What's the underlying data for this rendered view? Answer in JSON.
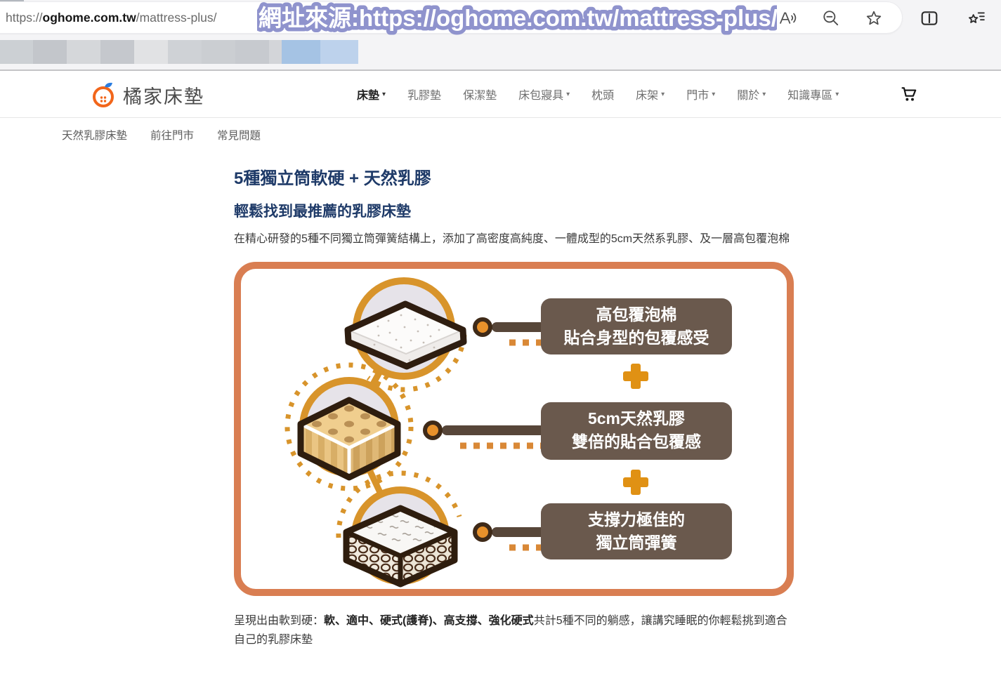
{
  "browser": {
    "url_scheme": "https://",
    "url_domain": "oghome.com.tw",
    "url_path": "/mattress-plus/",
    "overlay_caption": "網址來源:https://oghome.com.tw/mattress-plus/"
  },
  "header": {
    "logo_text": "橘家床墊",
    "nav": [
      {
        "label": "床墊",
        "has_dropdown": true,
        "active": true
      },
      {
        "label": "乳膠墊",
        "has_dropdown": false
      },
      {
        "label": "保潔墊",
        "has_dropdown": false
      },
      {
        "label": "床包寢具",
        "has_dropdown": true
      },
      {
        "label": "枕頭",
        "has_dropdown": false
      },
      {
        "label": "床架",
        "has_dropdown": true
      },
      {
        "label": "門市",
        "has_dropdown": true
      },
      {
        "label": "關於",
        "has_dropdown": true
      },
      {
        "label": "知識專區",
        "has_dropdown": true
      }
    ]
  },
  "subnav": [
    "天然乳膠床墊",
    "前往門市",
    "常見問題"
  ],
  "content": {
    "title": "5種獨立筒軟硬 + 天然乳膠",
    "subtitle": "輕鬆找到最推薦的乳膠床墊",
    "intro": "在精心研發的5種不同獨立筒彈簧結構上，添加了高密度高純度、一體成型的5cm天然系乳膠、及一層高包覆泡棉",
    "outro_segments": [
      {
        "text": "呈現出由軟到硬：",
        "bold": false
      },
      {
        "text": "軟、適中、硬式(護脊)、高支撐、強化硬式",
        "bold": true
      },
      {
        "text": "共計5種不同的躺感，讓講究睡眠的你輕鬆挑到適合自己的乳膠床墊",
        "bold": false
      }
    ]
  },
  "figure": {
    "labels": [
      {
        "line1": "高包覆泡棉",
        "line2": "貼合身型的包覆感受"
      },
      {
        "line1": "5cm天然乳膠",
        "line2": "雙倍的貼合包覆感"
      },
      {
        "line1": "支撐力極佳的",
        "line2": "獨立筒彈簧"
      }
    ]
  },
  "colors": {
    "accent_orange": "#F2661B",
    "navy_heading": "#1E3A68",
    "frame_orange": "#D97E52",
    "ring_orange": "#D8942B",
    "label_brown": "#6A594D",
    "plus_orange": "#E09114",
    "annotation_purple": "#8F93CD"
  }
}
